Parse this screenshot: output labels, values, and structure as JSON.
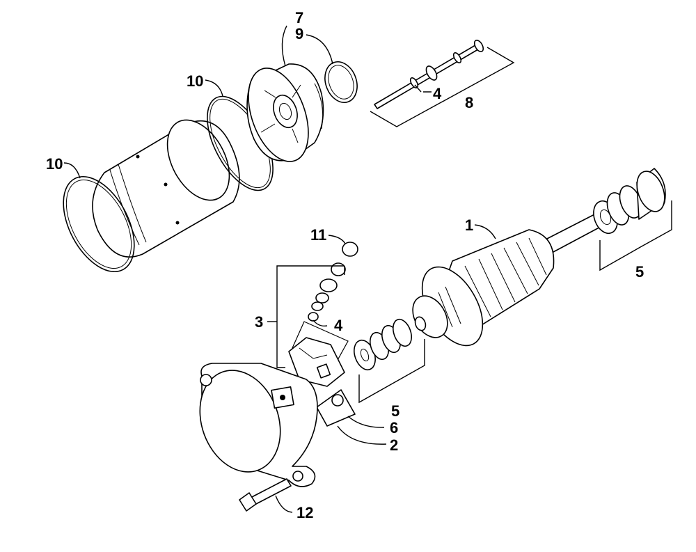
{
  "diagram": {
    "callouts": {
      "c1": "1",
      "c2": "2",
      "c3": "3",
      "c4a": "4",
      "c4b": "4",
      "c5a": "5",
      "c5b": "5",
      "c6": "6",
      "c7": "7",
      "c8": "8",
      "c9": "9",
      "c10a": "10",
      "c10b": "10",
      "c11": "11",
      "c12": "12"
    }
  }
}
